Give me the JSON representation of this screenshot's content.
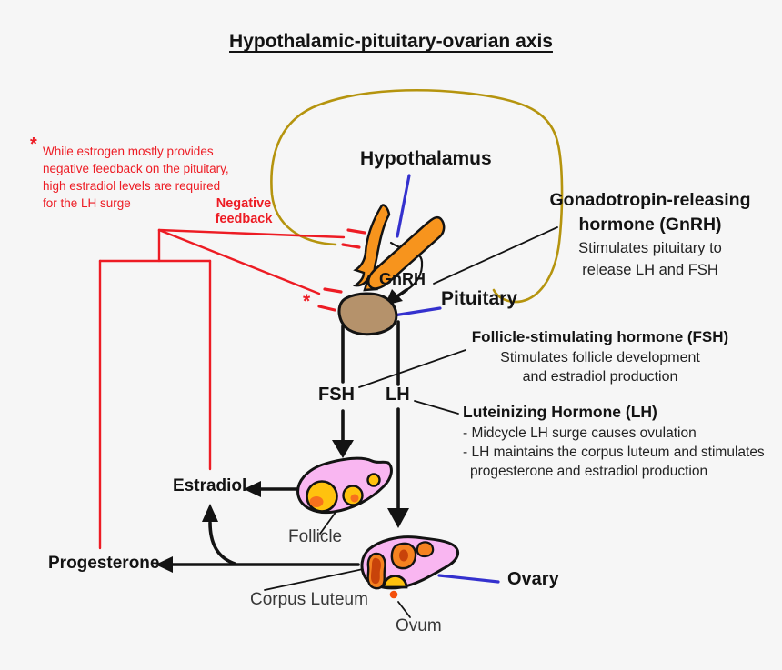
{
  "title": "Hypothalamic-pituitary-ovarian axis",
  "note": {
    "marker": "*",
    "lines": [
      "While estrogen mostly provides",
      "negative feedback on the pituitary,",
      "high estradiol levels are required",
      "for the LH surge"
    ]
  },
  "feedback": {
    "label_lines": [
      "Negative",
      "feedback"
    ],
    "inhibition_marker": "*"
  },
  "organ_labels": {
    "hypothalamus": "Hypothalamus",
    "pituitary": "Pituitary",
    "ovary": "Ovary",
    "follicle": "Follicle",
    "corpus_luteum": "Corpus Luteum",
    "ovum": "Ovum"
  },
  "hormone_labels": {
    "gnrh": "GnRH",
    "fsh": "FSH",
    "lh": "LH",
    "estradiol": "Estradiol",
    "progesterone": "Progesterone"
  },
  "annotations": {
    "gnrh": {
      "title_lines": [
        "Gonadotropin-releasing",
        "hormone (GnRH)"
      ],
      "desc_lines": [
        "Stimulates pituitary to",
        "release LH and FSH"
      ]
    },
    "fsh": {
      "title": "Follicle-stimulating hormone (FSH)",
      "desc_lines": [
        "Stimulates follicle development",
        "and estradiol production"
      ]
    },
    "lh": {
      "title": "Luteinizing Hormone (LH)",
      "desc_lines": [
        "- Midcycle LH surge causes ovulation",
        "- LH maintains the corpus luteum and stimulates",
        "progesterone and estradiol production"
      ]
    }
  },
  "colors": {
    "red": "#ED1C24",
    "blue": "#3431CE",
    "brain_outline": "#B5940E",
    "hypothalamus_orange": "#F7941D",
    "pituitary_tan": "#B5926B",
    "ovary_pink": "#F9B6F1",
    "follicle_yellow": "#FFC20E",
    "corpus_luteum_orange": "#F58220",
    "corpus_luteum_core": "#C8430A",
    "ovum_orange": "#F4500C",
    "ink": "#131313"
  }
}
